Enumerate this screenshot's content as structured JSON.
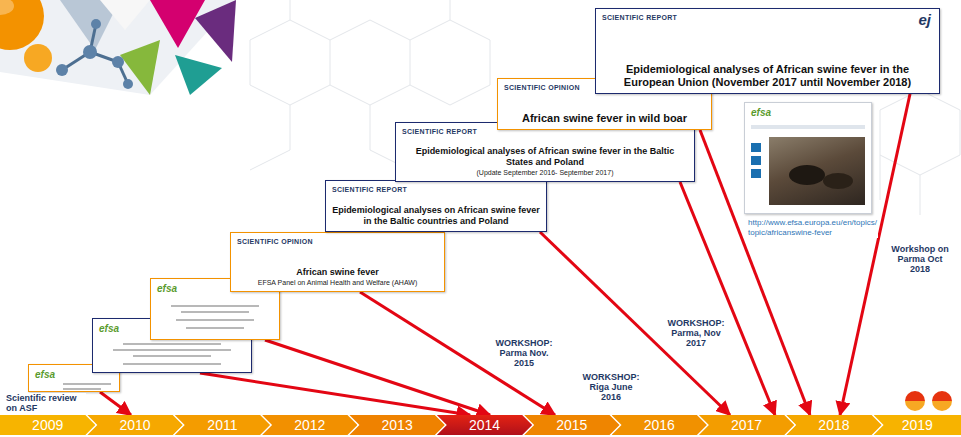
{
  "diagram": {
    "nodes": [
      {
        "text": [
          "efsa"
        ]
      },
      {
        "text": [
          "efsa"
        ]
      },
      {
        "text": [
          "efsa"
        ]
      },
      {
        "text": [
          "SCIENTIFIC OPINION",
          "African swine fever",
          "EFSA Panel on Animal Health and Welfare (AHAW)"
        ]
      },
      {
        "text": [
          "SCIENTIFIC REPORT",
          "Epidemiological analyses on African swine fever in the Baltic countries and Poland"
        ]
      },
      {
        "text": [
          "SCIENTIFIC REPORT",
          "Epidemiological analyses of African swine fever in the Baltic States and Poland",
          "(Update September 2016- September 2017)"
        ]
      },
      {
        "text": [
          "SCIENTIFIC OPINION",
          "African swine fever in wild boar"
        ]
      },
      {
        "text": [
          "SCIENTIFIC REPORT",
          "ej",
          "Epidemiological analyses of African swine fever in the European Union (November 2017 until November 2018)"
        ]
      },
      {
        "text": [
          "efsa"
        ]
      },
      {
        "text": [
          "2009"
        ]
      },
      {
        "text": [
          "2010"
        ]
      },
      {
        "text": [
          "2011"
        ]
      },
      {
        "text": [
          "2012"
        ]
      },
      {
        "text": [
          "2013"
        ]
      },
      {
        "text": [
          "2014"
        ]
      },
      {
        "text": [
          "2015"
        ]
      },
      {
        "text": [
          "2016"
        ]
      },
      {
        "text": [
          "2017"
        ]
      },
      {
        "text": [
          "2018"
        ]
      },
      {
        "text": [
          "2019"
        ]
      }
    ],
    "edges": [
      {
        "from": 0,
        "to": 10,
        "arrow": "to"
      },
      {
        "from": 1,
        "to": 14,
        "arrow": "to"
      },
      {
        "from": 2,
        "to": 14,
        "arrow": "to"
      },
      {
        "from": 3,
        "to": 15,
        "arrow": "to"
      },
      {
        "from": 4,
        "to": 17,
        "arrow": "to"
      },
      {
        "from": 5,
        "to": 17,
        "arrow": "to"
      },
      {
        "from": 6,
        "to": 18,
        "arrow": "to"
      },
      {
        "from": 7,
        "to": 18,
        "arrow": "to"
      }
    ],
    "labels": [
      "Scientific review on ASF",
      "WORKSHOP: Parma Nov. 2015",
      "WORKSHOP: Riga June 2016",
      "WORKSHOP: Parma, Nov 2017",
      "http://www.efsa.europa.eu/en/topics/topic/africanswine-fever",
      "Workshop on Parma Oct 2018"
    ]
  }
}
